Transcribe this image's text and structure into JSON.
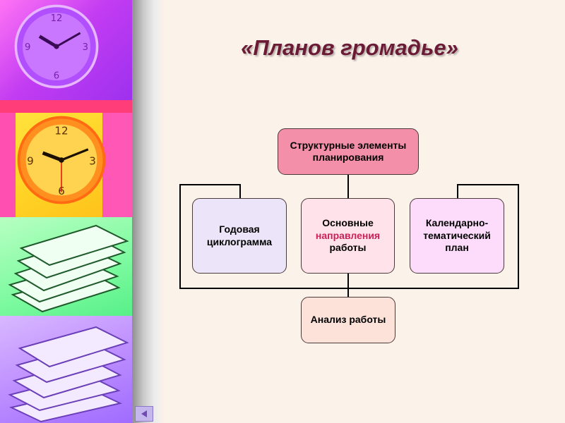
{
  "slide": {
    "title": "«Планов громадье»"
  },
  "diagram": {
    "top_box": "Структурные элементы планирования",
    "left_box": "Годовая циклограмма",
    "middle_box": {
      "line1": "Основные",
      "line2_highlight": "направления",
      "line3": "работы"
    },
    "right_box": "Календарно-тематический план",
    "bottom_box": "Анализ работы"
  },
  "colors": {
    "title": "#6b1b35",
    "highlight": "#cc2157",
    "top_box": "#f48faa",
    "left_box": "#ece4f8",
    "middle_box": "#ffe2ea",
    "right_box": "#fcdcfa",
    "bottom_box": "#fde2da"
  },
  "icons": {
    "nav_back": "triangle-left-icon"
  }
}
